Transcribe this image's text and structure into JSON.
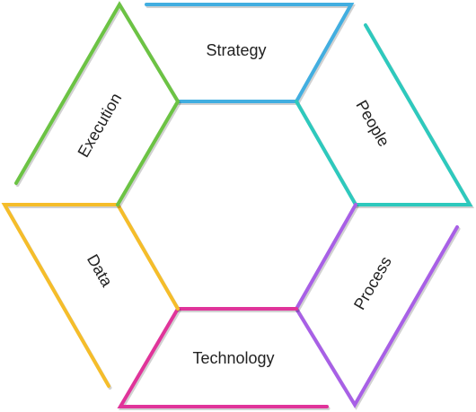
{
  "segments": [
    {
      "id": "strategy",
      "label": "Strategy",
      "color": "#42aee0"
    },
    {
      "id": "people",
      "label": "People",
      "color": "#2ec9bd"
    },
    {
      "id": "process",
      "label": "Process",
      "color": "#a860e6"
    },
    {
      "id": "technology",
      "label": "Technology",
      "color": "#e0349a"
    },
    {
      "id": "data",
      "label": "Data",
      "color": "#f5bd2a"
    },
    {
      "id": "execution",
      "label": "Execution",
      "color": "#6cc344"
    }
  ]
}
